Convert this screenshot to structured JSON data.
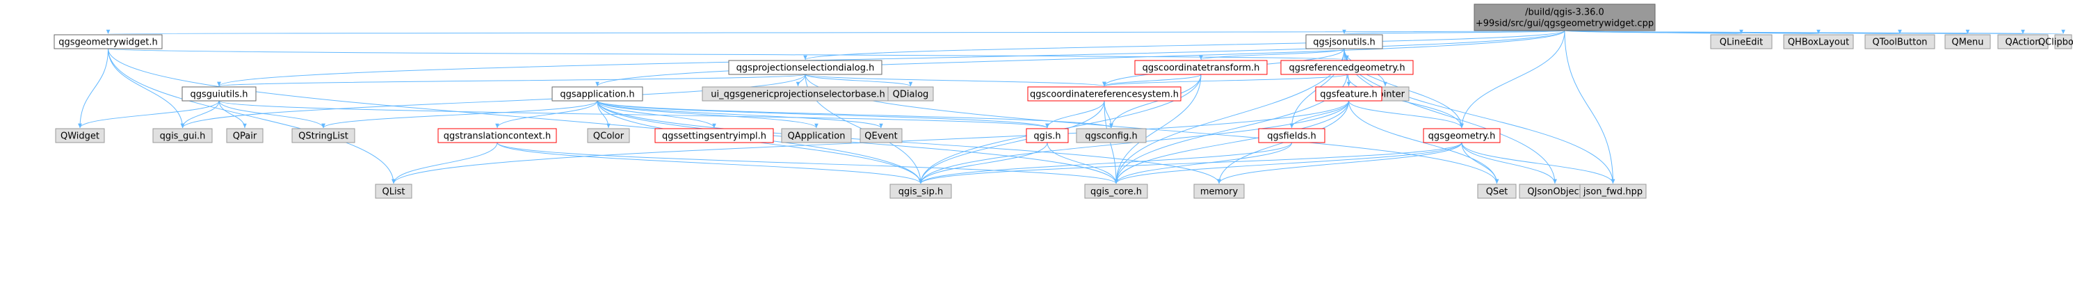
{
  "colors": {
    "edge": "#63b8ff",
    "root_fill": "#999999",
    "root_stroke": "#666666",
    "doc_fill": "#ffffff",
    "doc_stroke": "#666666",
    "missing_fill": "#e0e0e0",
    "missing_stroke": "#999999",
    "incomplete_stroke": "#ff0000"
  },
  "nodes": [
    {
      "id": "root",
      "lines": [
        "/build/qgis-3.36.0",
        "+99sid/src/gui/qgsgeometrywidget.cpp"
      ],
      "kind": "root"
    },
    {
      "id": "qgsgeometrywidget_h",
      "lines": [
        "qgsgeometrywidget.h"
      ],
      "kind": "doc"
    },
    {
      "id": "qgsjsonutils_h",
      "lines": [
        "qgsjsonutils.h"
      ],
      "kind": "doc"
    },
    {
      "id": "qlineedit",
      "lines": [
        "QLineEdit"
      ],
      "kind": "missing"
    },
    {
      "id": "qhboxlayout",
      "lines": [
        "QHBoxLayout"
      ],
      "kind": "missing"
    },
    {
      "id": "qtoolbutton",
      "lines": [
        "QToolButton"
      ],
      "kind": "missing"
    },
    {
      "id": "qmenu",
      "lines": [
        "QMenu"
      ],
      "kind": "missing"
    },
    {
      "id": "qaction",
      "lines": [
        "QAction"
      ],
      "kind": "missing"
    },
    {
      "id": "qclipboard",
      "lines": [
        "QClipboard"
      ],
      "kind": "missing"
    },
    {
      "id": "qgsprojectionselectiondialog_h",
      "lines": [
        "qgsprojectionselectiondialog.h"
      ],
      "kind": "doc"
    },
    {
      "id": "qgscoordinatetransform_h",
      "lines": [
        "qgscoordinatetransform.h"
      ],
      "kind": "incomplete"
    },
    {
      "id": "qgsreferencedgeometry_h",
      "lines": [
        "qgsreferencedgeometry.h"
      ],
      "kind": "incomplete"
    },
    {
      "id": "qpointer",
      "lines": [
        "QPointer"
      ],
      "kind": "missing"
    },
    {
      "id": "qgsguiutils_h",
      "lines": [
        "qgsguiutils.h"
      ],
      "kind": "doc"
    },
    {
      "id": "qgsapplication_h",
      "lines": [
        "qgsapplication.h"
      ],
      "kind": "doc"
    },
    {
      "id": "ui_qgsgenericprojectionselectorbase_h",
      "lines": [
        "ui_qgsgenericprojectionselectorbase.h"
      ],
      "kind": "missing"
    },
    {
      "id": "qdialog",
      "lines": [
        "QDialog"
      ],
      "kind": "missing"
    },
    {
      "id": "qgscoordinatereferencesystem_h",
      "lines": [
        "qgscoordinatereferencesystem.h"
      ],
      "kind": "incomplete"
    },
    {
      "id": "qgsfeature_h",
      "lines": [
        "qgsfeature.h"
      ],
      "kind": "incomplete"
    },
    {
      "id": "qwidget",
      "lines": [
        "QWidget"
      ],
      "kind": "missing"
    },
    {
      "id": "qgis_gui_h",
      "lines": [
        "qgis_gui.h"
      ],
      "kind": "missing"
    },
    {
      "id": "qpair",
      "lines": [
        "QPair"
      ],
      "kind": "missing"
    },
    {
      "id": "qstringlist",
      "lines": [
        "QStringList"
      ],
      "kind": "missing"
    },
    {
      "id": "qgstranslationcontext_h",
      "lines": [
        "qgstranslationcontext.h"
      ],
      "kind": "incomplete"
    },
    {
      "id": "qcolor",
      "lines": [
        "QColor"
      ],
      "kind": "missing"
    },
    {
      "id": "qgssettingsentryimpl_h",
      "lines": [
        "qgssettingsentryimpl.h"
      ],
      "kind": "incomplete"
    },
    {
      "id": "qapplication",
      "lines": [
        "QApplication"
      ],
      "kind": "missing"
    },
    {
      "id": "qevent",
      "lines": [
        "QEvent"
      ],
      "kind": "missing"
    },
    {
      "id": "qgis_h",
      "lines": [
        "qgis.h"
      ],
      "kind": "incomplete"
    },
    {
      "id": "qgsconfig_h",
      "lines": [
        "qgsconfig.h"
      ],
      "kind": "missing"
    },
    {
      "id": "qgsfields_h",
      "lines": [
        "qgsfields.h"
      ],
      "kind": "incomplete"
    },
    {
      "id": "qgsgeometry_h",
      "lines": [
        "qgsgeometry.h"
      ],
      "kind": "incomplete"
    },
    {
      "id": "qlist",
      "lines": [
        "QList"
      ],
      "kind": "missing"
    },
    {
      "id": "qgis_sip_h",
      "lines": [
        "qgis_sip.h"
      ],
      "kind": "missing"
    },
    {
      "id": "qgis_core_h",
      "lines": [
        "qgis_core.h"
      ],
      "kind": "missing"
    },
    {
      "id": "memory",
      "lines": [
        "memory"
      ],
      "kind": "missing"
    },
    {
      "id": "qset",
      "lines": [
        "QSet"
      ],
      "kind": "missing"
    },
    {
      "id": "qjsonobject",
      "lines": [
        "QJsonObject"
      ],
      "kind": "missing"
    },
    {
      "id": "json_fwd_hpp",
      "lines": [
        "json_fwd.hpp"
      ],
      "kind": "missing"
    }
  ],
  "edges": [
    [
      "root",
      "qgsgeometrywidget_h"
    ],
    [
      "root",
      "qgsjsonutils_h"
    ],
    [
      "root",
      "qlineedit"
    ],
    [
      "root",
      "qhboxlayout"
    ],
    [
      "root",
      "qtoolbutton"
    ],
    [
      "root",
      "qmenu"
    ],
    [
      "root",
      "qaction"
    ],
    [
      "root",
      "qclipboard"
    ],
    [
      "root",
      "qgsprojectionselectiondialog_h"
    ],
    [
      "root",
      "qgsguiutils_h"
    ],
    [
      "root",
      "qgsapplication_h"
    ],
    [
      "root",
      "qgsgeometry_h"
    ],
    [
      "root",
      "json_fwd_hpp"
    ],
    [
      "qgsgeometrywidget_h",
      "qwidget"
    ],
    [
      "qgsgeometrywidget_h",
      "qgis_gui_h"
    ],
    [
      "qgsgeometrywidget_h",
      "qgsreferencedgeometry_h"
    ],
    [
      "qgsgeometrywidget_h",
      "qlist"
    ],
    [
      "qgsgeometrywidget_h",
      "qgis_sip_h"
    ],
    [
      "qgsjsonutils_h",
      "qgscoordinatetransform_h"
    ],
    [
      "qgsjsonutils_h",
      "qpointer"
    ],
    [
      "qgsjsonutils_h",
      "qgsfeature_h"
    ],
    [
      "qgsjsonutils_h",
      "qgscoordinatereferencesystem_h"
    ],
    [
      "qgsjsonutils_h",
      "qgsfields_h"
    ],
    [
      "qgsjsonutils_h",
      "qgsgeometry_h"
    ],
    [
      "qgsjsonutils_h",
      "qgis_core_h"
    ],
    [
      "qgsjsonutils_h",
      "qjsonobject"
    ],
    [
      "qgsjsonutils_h",
      "json_fwd_hpp"
    ],
    [
      "qgsprojectionselectiondialog_h",
      "ui_qgsgenericprojectionselectorbase_h"
    ],
    [
      "qgsprojectionselectiondialog_h",
      "qdialog"
    ],
    [
      "qgsprojectionselectiondialog_h",
      "qgscoordinatereferencesystem_h"
    ],
    [
      "qgsprojectionselectiondialog_h",
      "qgsguiutils_h"
    ],
    [
      "qgsprojectionselectiondialog_h",
      "qgis_gui_h"
    ],
    [
      "qgsprojectionselectiondialog_h",
      "qgis_sip_h"
    ],
    [
      "qgsprojectionselectiondialog_h",
      "qset"
    ],
    [
      "qgscoordinatetransform_h",
      "qgscoordinatereferencesystem_h"
    ],
    [
      "qgscoordinatetransform_h",
      "qgsconfig_h"
    ],
    [
      "qgscoordinatetransform_h",
      "qgis_core_h"
    ],
    [
      "qgscoordinatetransform_h",
      "qgis_sip_h"
    ],
    [
      "qgsreferencedgeometry_h",
      "qgscoordinatereferencesystem_h"
    ],
    [
      "qgsreferencedgeometry_h",
      "qgsgeometry_h"
    ],
    [
      "qgsreferencedgeometry_h",
      "qgis_core_h"
    ],
    [
      "qgsguiutils_h",
      "qwidget"
    ],
    [
      "qgsguiutils_h",
      "qgis_gui_h"
    ],
    [
      "qgsguiutils_h",
      "qpair"
    ],
    [
      "qgsguiutils_h",
      "qstringlist"
    ],
    [
      "qgsguiutils_h",
      "qgis_h"
    ],
    [
      "qgsapplication_h",
      "qstringlist"
    ],
    [
      "qgsapplication_h",
      "qgstranslationcontext_h"
    ],
    [
      "qgsapplication_h",
      "qcolor"
    ],
    [
      "qgsapplication_h",
      "qgssettingsentryimpl_h"
    ],
    [
      "qgsapplication_h",
      "qapplication"
    ],
    [
      "qgsapplication_h",
      "qevent"
    ],
    [
      "qgsapplication_h",
      "qgsconfig_h"
    ],
    [
      "qgsapplication_h",
      "qgis_h"
    ],
    [
      "qgsapplication_h",
      "qgis_core_h"
    ],
    [
      "qgsapplication_h",
      "qgis_sip_h"
    ],
    [
      "qgsapplication_h",
      "memory"
    ],
    [
      "qgscoordinatereferencesystem_h",
      "qgis_h"
    ],
    [
      "qgscoordinatereferencesystem_h",
      "qgsconfig_h"
    ],
    [
      "qgscoordinatereferencesystem_h",
      "qgis_core_h"
    ],
    [
      "qgscoordinatereferencesystem_h",
      "qgis_sip_h"
    ],
    [
      "qgsfeature_h",
      "qgsfields_h"
    ],
    [
      "qgsfeature_h",
      "qgsgeometry_h"
    ],
    [
      "qgsfeature_h",
      "qgis_core_h"
    ],
    [
      "qgsfeature_h",
      "qgis_sip_h"
    ],
    [
      "qgsfeature_h",
      "qlist"
    ],
    [
      "qgsfeature_h",
      "qset"
    ],
    [
      "qgsfeature_h",
      "memory"
    ],
    [
      "qgstranslationcontext_h",
      "qlist"
    ],
    [
      "qgstranslationcontext_h",
      "qgis_core_h"
    ],
    [
      "qgstranslationcontext_h",
      "qgis_sip_h"
    ],
    [
      "qgis_h",
      "qgis_sip_h"
    ],
    [
      "qgis_h",
      "qgis_core_h"
    ],
    [
      "qgsfields_h",
      "qgis_core_h"
    ],
    [
      "qgsfields_h",
      "qgis_sip_h"
    ],
    [
      "qgsgeometry_h",
      "qgis_core_h"
    ],
    [
      "qgsgeometry_h",
      "qgis_sip_h"
    ],
    [
      "qgsgeometry_h",
      "qset"
    ],
    [
      "qgsgeometry_h",
      "memory"
    ],
    [
      "qgsgeometry_h",
      "qjsonobject"
    ],
    [
      "qgsgeometry_h",
      "json_fwd_hpp"
    ]
  ]
}
